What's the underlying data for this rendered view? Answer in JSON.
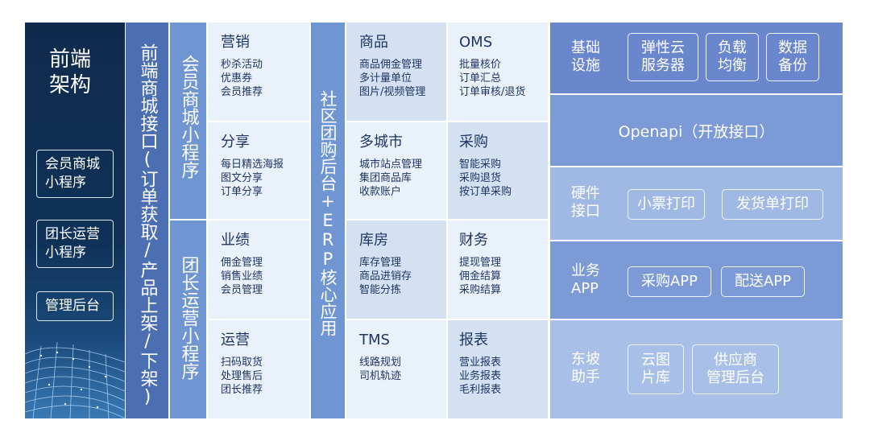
{
  "left": {
    "title_line1": "前端",
    "title_line2": "架构",
    "buttons": [
      {
        "line1": "会员商城",
        "line2": "小程序"
      },
      {
        "line1": "团长运营",
        "line2": "小程序"
      },
      {
        "line1": "管理后台",
        "line2": ""
      }
    ]
  },
  "api_column": {
    "text": "前端商城接口(订单获取/产品上架/下架)"
  },
  "mini_member": {
    "text": "会员商城小程序"
  },
  "mini_group": {
    "text": "团长运营小程序"
  },
  "erp_column": {
    "text": "社区团购后台+ERP核心应用"
  },
  "member_cells": [
    {
      "title": "营销",
      "items": [
        "秒杀活动",
        "优惠券",
        "会员推荐"
      ]
    },
    {
      "title": "分享",
      "items": [
        "每日精选海报",
        "图文分享",
        "订单分享"
      ]
    },
    {
      "title": "业绩",
      "items": [
        "佣金管理",
        "销售业绩",
        "会员管理"
      ]
    },
    {
      "title": "运营",
      "items": [
        "扫码取货",
        "处理售后",
        "团长推荐"
      ]
    }
  ],
  "erp_cells": [
    {
      "title": "商品",
      "items": [
        "商品佣金管理",
        "多计量单位",
        "图片/视频管理"
      ]
    },
    {
      "title": "OMS",
      "items": [
        "批量核价",
        "订单汇总",
        "订单审核/退货"
      ]
    },
    {
      "title": "多城市",
      "items": [
        "城市站点管理",
        "集团商品库",
        "收款账户"
      ]
    },
    {
      "title": "采购",
      "items": [
        "智能采购",
        "采购退货",
        "按订单采购"
      ]
    },
    {
      "title": "库房",
      "items": [
        "库存管理",
        "商品进销存",
        "智能分拣"
      ]
    },
    {
      "title": "财务",
      "items": [
        "提现管理",
        "佣金结算",
        "采购结算"
      ]
    },
    {
      "title": "TMS",
      "items": [
        "线路规划",
        "司机轨迹"
      ]
    },
    {
      "title": "报表",
      "items": [
        "营业报表",
        "业务报表",
        "毛利报表"
      ]
    }
  ],
  "right": {
    "infra": {
      "label1": "基础",
      "label2": "设施",
      "pills": [
        {
          "l1": "弹性云",
          "l2": "服务器"
        },
        {
          "l1": "负载",
          "l2": "均衡"
        },
        {
          "l1": "数据",
          "l2": "备份"
        }
      ]
    },
    "openapi": {
      "text": "Openapi（开放接口）"
    },
    "hardware": {
      "label1": "硬件",
      "label2": "接口",
      "pills": [
        "小票打印",
        "发货单打印"
      ]
    },
    "business": {
      "label1": "业务",
      "label2": "APP",
      "pills": [
        "采购APP",
        "配送APP"
      ]
    },
    "helper": {
      "label1": "东坡",
      "label2": "助手",
      "pills": [
        {
          "l1": "云图",
          "l2": "片库"
        },
        {
          "l1": "供应商",
          "l2": "管理后台"
        }
      ]
    }
  },
  "colors": {
    "dark": "#102a4c",
    "api": "#4c6fb4",
    "mid": "#6f95d3",
    "infra": "#6a86cc",
    "openapi": "#7c9ad6",
    "hardware": "#9fb9e4",
    "business": "#7c9ad6",
    "helper": "#a8c0e8"
  }
}
